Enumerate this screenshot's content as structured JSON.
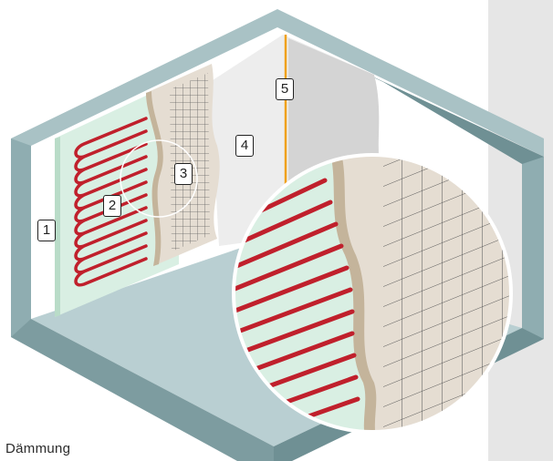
{
  "labels": {
    "label_1": "1",
    "label_2": "2",
    "label_3": "3",
    "label_4": "4",
    "label_5": "5"
  },
  "caption": "Dämmung",
  "colors": {
    "right_background": "#e6e6e6",
    "wall_top": "#a9c2c5",
    "wall_outer": "#7d9ca0",
    "floor": "#b9cfd2",
    "interior_wall": "#ededed",
    "insulation_green": "#d9efe3",
    "heating_cable": "#c0202c",
    "plaster": "#e5ddd2",
    "plaster_edge": "#c4b49b",
    "mesh_lines": "#555555",
    "separator_line": "#f0a11c"
  }
}
